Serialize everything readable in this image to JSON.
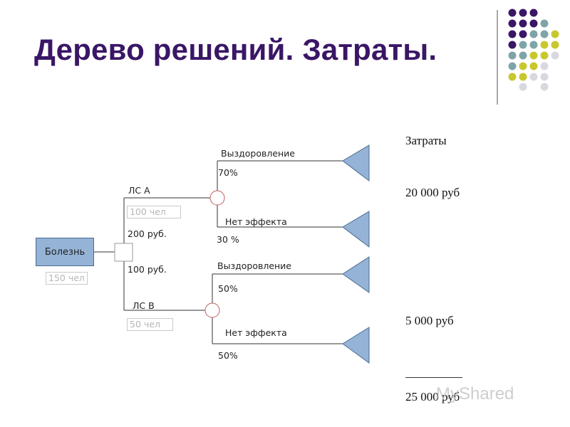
{
  "title": "Дерево решений. Затраты.",
  "root": {
    "label": "Болезнь",
    "count": "150 чел"
  },
  "branch_a": {
    "label": "ЛС А",
    "count": "100 чел",
    "price": "200 руб.",
    "outcome_1": {
      "label": "Выздоровление",
      "prob": "70%"
    },
    "outcome_2": {
      "label": "Нет эффекта",
      "prob": "30 %"
    }
  },
  "branch_b": {
    "label": "ЛС В",
    "count": "50 чел",
    "price": "100 руб.",
    "outcome_1": {
      "label": "Выздоровление",
      "prob": "50%"
    },
    "outcome_2": {
      "label": "Нет эффекта",
      "prob": "50%"
    }
  },
  "costs": {
    "header": "Затраты",
    "a": "20 000 руб",
    "b": "5 000 руб",
    "total": "25 000 руб"
  },
  "watermark": {
    "brand": "MyShared"
  },
  "colors": {
    "title": "#3a1666",
    "dot_purple": "#3a1666",
    "dot_teal": "#7fa4a8",
    "dot_yellow": "#c8c82e",
    "dot_gray": "#d8d8e0",
    "node_fill": "#95b3d7"
  }
}
